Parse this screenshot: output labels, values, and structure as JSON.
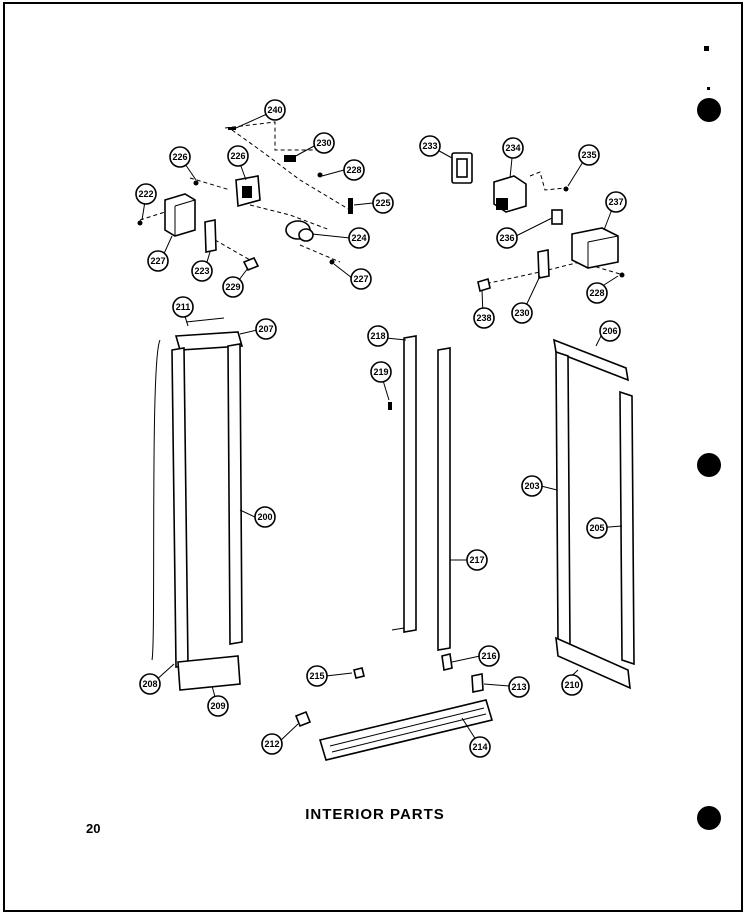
{
  "caption": "INTERIOR PARTS",
  "page_number": "20",
  "callouts": [
    {
      "id": "c-240",
      "label": "240"
    },
    {
      "id": "c-226a",
      "label": "226"
    },
    {
      "id": "c-226b",
      "label": "226"
    },
    {
      "id": "c-230",
      "label": "230"
    },
    {
      "id": "c-228a",
      "label": "228"
    },
    {
      "id": "c-225",
      "label": "225"
    },
    {
      "id": "c-222",
      "label": "222"
    },
    {
      "id": "c-227a",
      "label": "227"
    },
    {
      "id": "c-223",
      "label": "223"
    },
    {
      "id": "c-224",
      "label": "224"
    },
    {
      "id": "c-229",
      "label": "229"
    },
    {
      "id": "c-227b",
      "label": "227"
    },
    {
      "id": "c-233",
      "label": "233"
    },
    {
      "id": "c-234",
      "label": "234"
    },
    {
      "id": "c-235",
      "label": "235"
    },
    {
      "id": "c-237",
      "label": "237"
    },
    {
      "id": "c-236",
      "label": "236"
    },
    {
      "id": "c-228b",
      "label": "228"
    },
    {
      "id": "c-238",
      "label": "238"
    },
    {
      "id": "c-230b",
      "label": "230"
    },
    {
      "id": "c-211",
      "label": "211"
    },
    {
      "id": "c-207",
      "label": "207"
    },
    {
      "id": "c-218",
      "label": "218"
    },
    {
      "id": "c-219",
      "label": "219"
    },
    {
      "id": "c-206a",
      "label": "206"
    },
    {
      "id": "c-200",
      "label": "200"
    },
    {
      "id": "c-217",
      "label": "217"
    },
    {
      "id": "c-203",
      "label": "203"
    },
    {
      "id": "c-205",
      "label": "205"
    },
    {
      "id": "c-208",
      "label": "208"
    },
    {
      "id": "c-209",
      "label": "209"
    },
    {
      "id": "c-215",
      "label": "215"
    },
    {
      "id": "c-216",
      "label": "216"
    },
    {
      "id": "c-213",
      "label": "213"
    },
    {
      "id": "c-210",
      "label": "210"
    },
    {
      "id": "c-212",
      "label": "212"
    },
    {
      "id": "c-214",
      "label": "214"
    }
  ]
}
